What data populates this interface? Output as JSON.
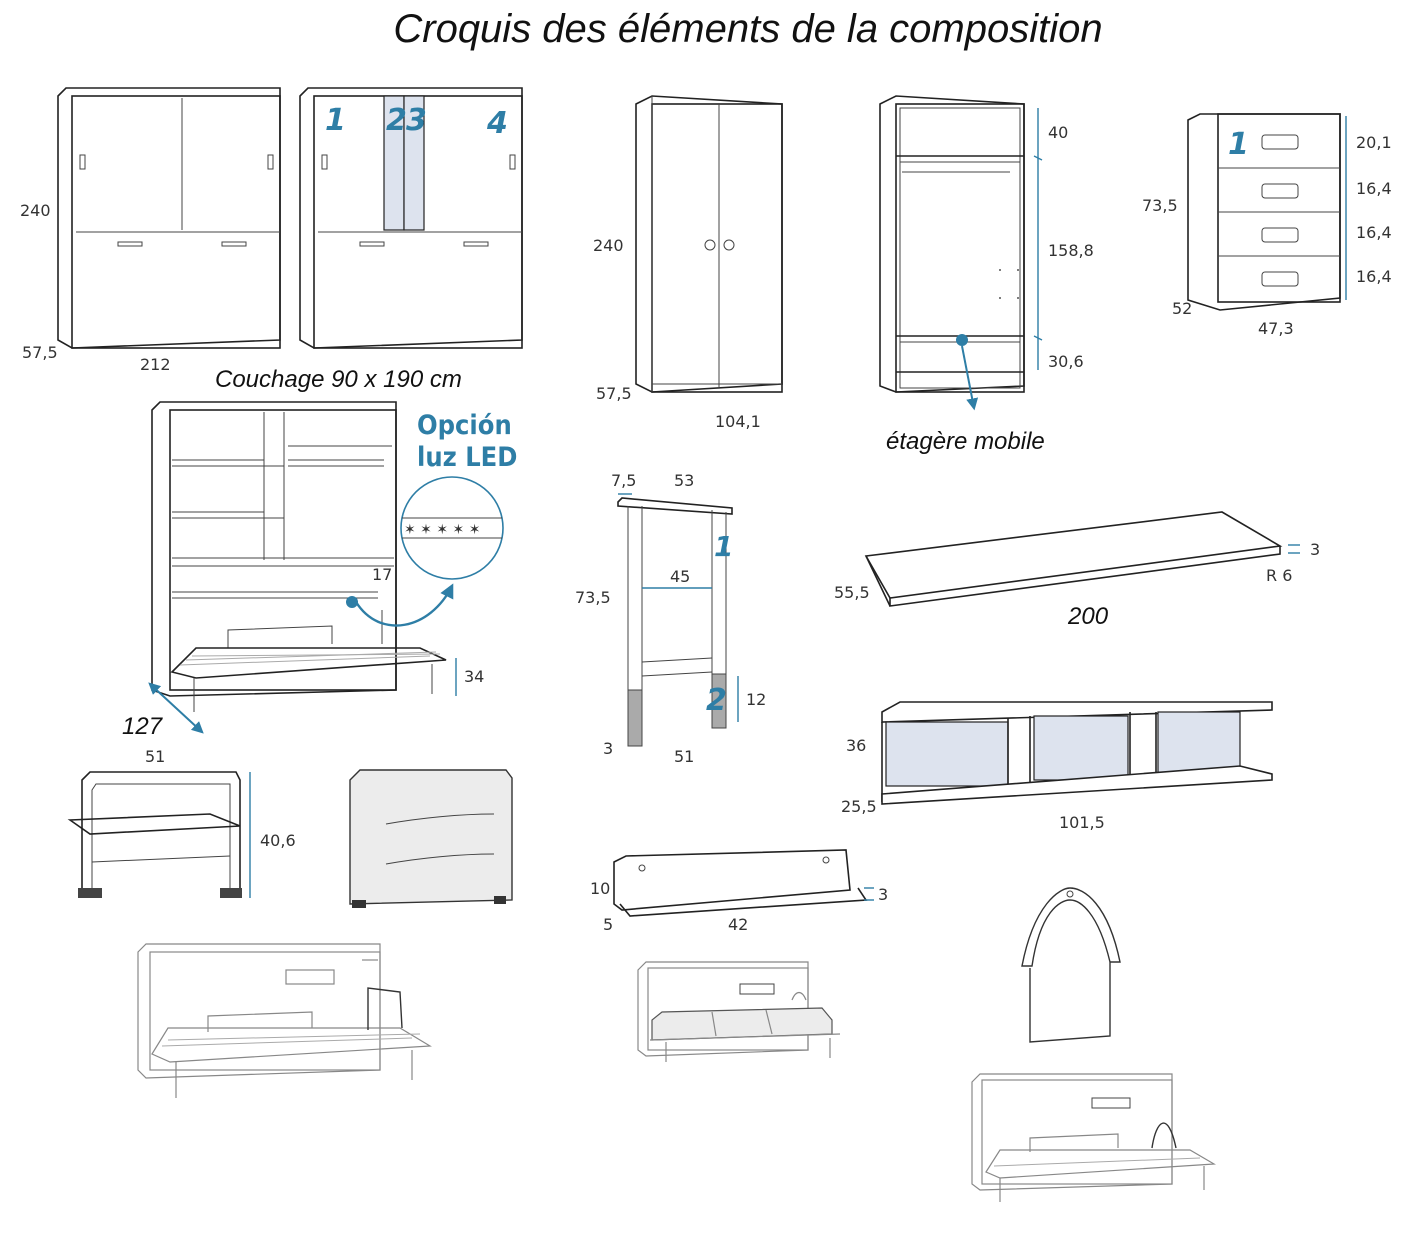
{
  "title": "Croquis des éléments de la composition",
  "captions": {
    "couchage": "Couchage 90 x 190 cm",
    "etagere": "étagère mobile",
    "led_line1": "Opción",
    "led_line2": "luz LED"
  },
  "numbers": {
    "n1": "1",
    "n2": "2",
    "n3": "3",
    "n4": "4",
    "drawer1": "1",
    "leg1": "1",
    "leg2": "2"
  },
  "dimensions": {
    "bed_h": "240",
    "bed_d": "57,5",
    "bed_w": "212",
    "wardrobe_h": "240",
    "wardrobe_d": "57,5",
    "wardrobe_w": "104,1",
    "int_top": "40",
    "int_mid": "158,8",
    "int_bot": "30,6",
    "ch_h": "73,5",
    "ch_d": "52",
    "ch_w": "47,3",
    "ch_d1": "20,1",
    "ch_d2": "16,4",
    "ch_d3": "16,4",
    "ch_d4": "16,4",
    "open_17": "17",
    "open_34": "34",
    "open_127": "127",
    "leg_75": "7,5",
    "leg_53": "53",
    "leg_735": "73,5",
    "leg_45": "45",
    "leg_12": "12",
    "leg_3": "3",
    "leg_51": "51",
    "desk_555": "55,5",
    "desk_3": "3",
    "desk_r6": "R 6",
    "desk_200": "200",
    "sh_36": "36",
    "sh_255": "25,5",
    "sh_1015": "101,5",
    "frame_51": "51",
    "frame_406": "40,6",
    "small_10": "10",
    "small_5": "5",
    "small_42": "42",
    "small_3": "3"
  },
  "colors": {
    "accent": "#2e7ea6",
    "panel_tint": "#dde3ee"
  }
}
